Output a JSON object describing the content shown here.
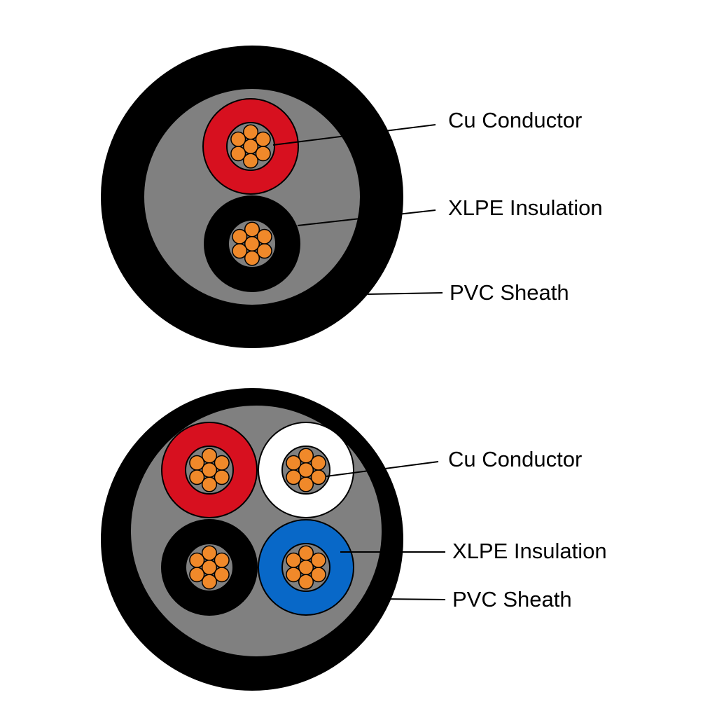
{
  "colors": {
    "sheath": "#000000",
    "filler": "#808080",
    "copper": "#f0892a",
    "red": "#d7101f",
    "white": "#ffffff",
    "black": "#000000",
    "blue": "#0868c8"
  },
  "cables": [
    {
      "name": "two-core",
      "cores": [
        "red",
        "black"
      ],
      "labels": {
        "conductor": "Cu Conductor",
        "insulation": "XLPE Insulation",
        "sheath": "PVC Sheath"
      }
    },
    {
      "name": "four-core",
      "cores": [
        "red",
        "white",
        "black",
        "blue"
      ],
      "labels": {
        "conductor": "Cu Conductor",
        "insulation": "XLPE Insulation",
        "sheath": "PVC Sheath"
      }
    }
  ]
}
